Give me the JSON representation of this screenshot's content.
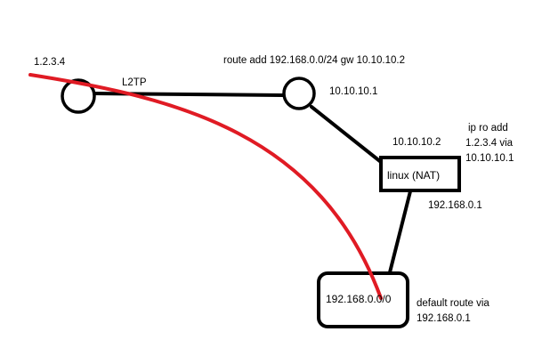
{
  "diagram": {
    "colors": {
      "ink": "#000000",
      "route": "#e01b24",
      "background": "#ffffff"
    },
    "labels": {
      "origin_ip": "1.2.3.4",
      "tunnel": "L2TP",
      "route_cmd": "route add 192.168.0.0/24 gw 10.10.10.2",
      "router_ip": "10.10.10.1",
      "linux_ip": "10.10.10.2",
      "ip_ro_line1": "ip ro add",
      "ip_ro_line2": "1.2.3.4 via",
      "ip_ro_line3": "10.10.10.1",
      "linux_box": "linux (NAT)",
      "lan_ip": "192.168.0.1",
      "client_box": "192.168.0.0/0",
      "default_line1": "default route via",
      "default_line2": "192.168.0.1"
    },
    "nodes": [
      {
        "id": "origin",
        "type": "circle",
        "label": ""
      },
      {
        "id": "router",
        "type": "circle",
        "label": ""
      },
      {
        "id": "linux",
        "type": "box",
        "label": "linux (NAT)"
      },
      {
        "id": "client",
        "type": "box",
        "label": "192.168.0.0/0"
      }
    ]
  }
}
